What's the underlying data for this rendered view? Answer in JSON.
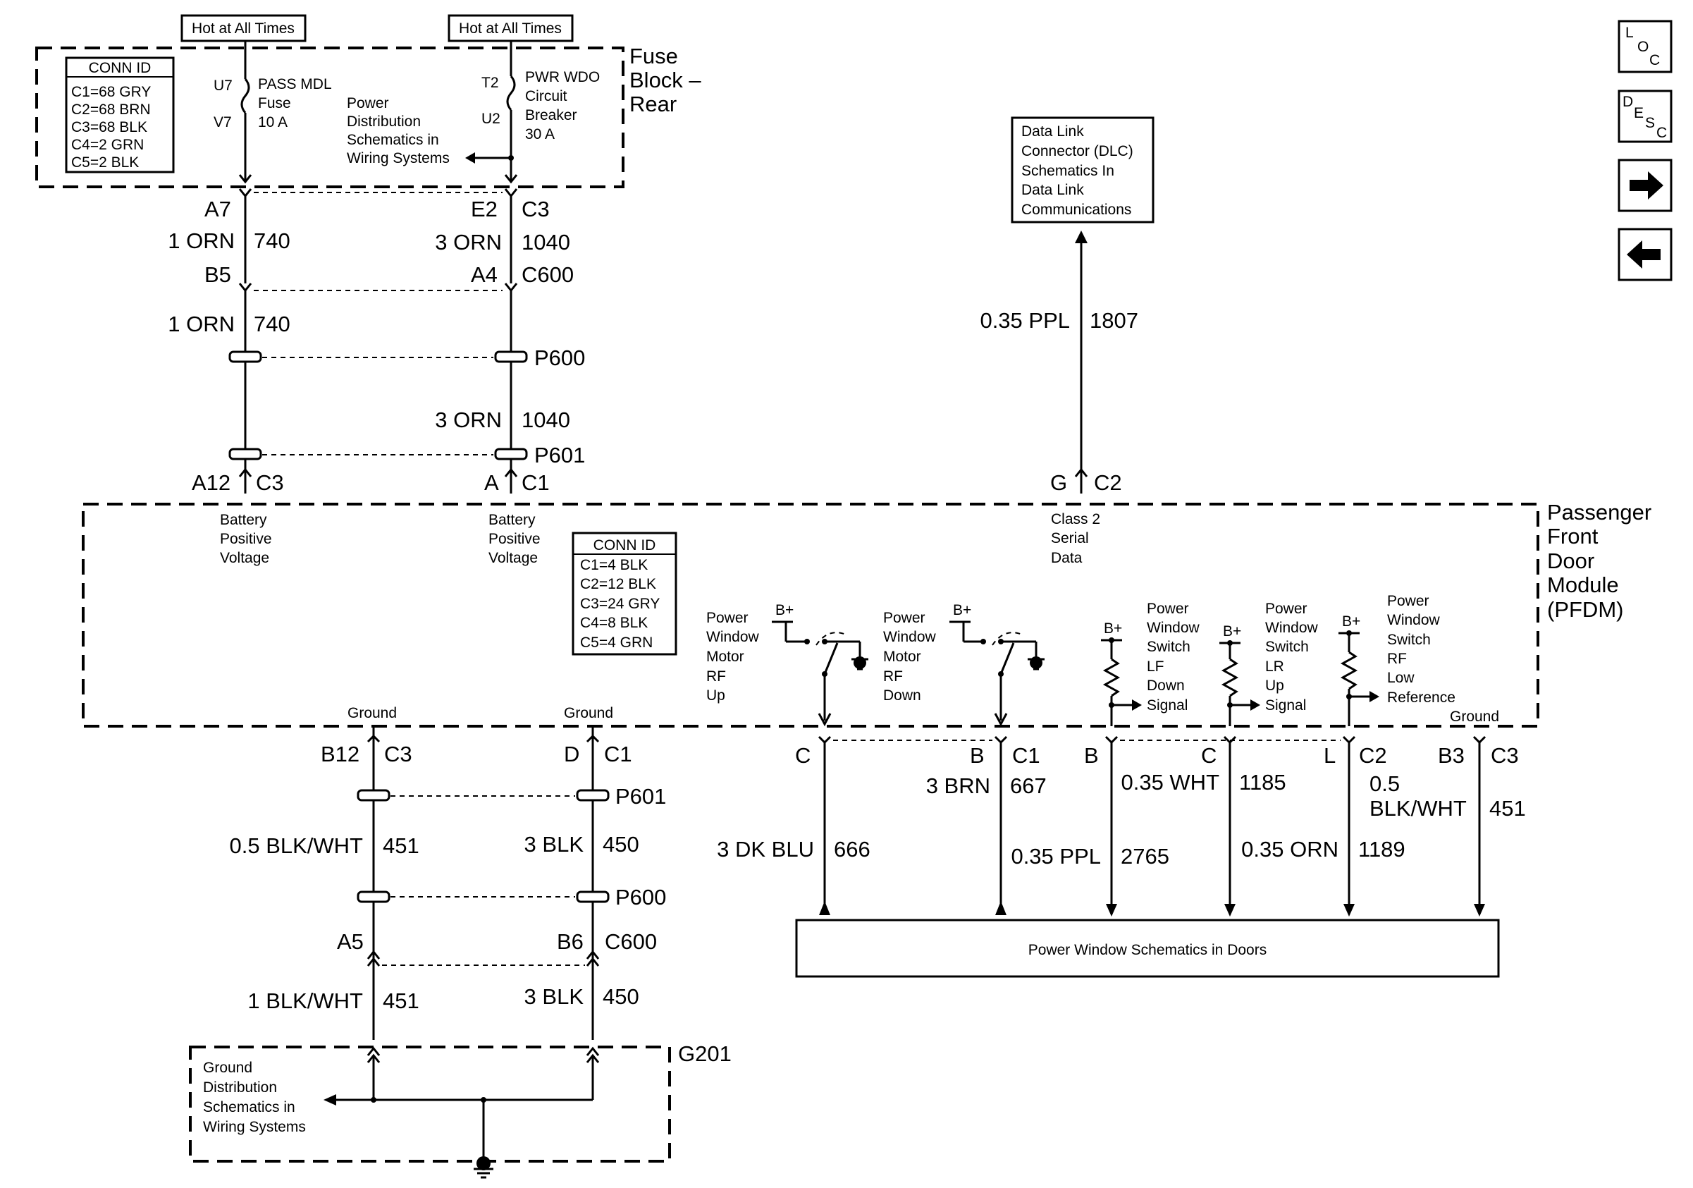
{
  "power_sources": {
    "hot_left": "Hot at All Times",
    "hot_right": "Hot at All Times"
  },
  "fuse_block": {
    "title": [
      "Fuse",
      "Block –",
      "Rear"
    ],
    "conn_id": {
      "header": "CONN ID",
      "rows": [
        "C1=68 GRY",
        "C2=68 BRN",
        "C3=68 BLK",
        "C4=2 GRN",
        "C5=2 BLK"
      ]
    },
    "fuse_pins": {
      "in": "U7",
      "out": "V7"
    },
    "fuse_label": [
      "PASS MDL",
      "Fuse",
      "10 A"
    ],
    "breaker_pins": {
      "in": "T2",
      "out": "U2"
    },
    "breaker_label": [
      "PWR WDO",
      "Circuit",
      "Breaker",
      "30 A"
    ],
    "power_dist": [
      "Power",
      "Distribution",
      "Schematics in",
      "Wiring Systems"
    ]
  },
  "left_feed": {
    "pin1": "A7",
    "wire1_color": "1 ORN",
    "wire1_circuit": "740",
    "pin2": "B5",
    "wire2_color": "1 ORN",
    "wire2_circuit": "740",
    "pin3": "A12",
    "conn3": "C3"
  },
  "right_feed": {
    "pin1": "E2",
    "conn1": "C3",
    "wire1_color": "3 ORN",
    "wire1_circuit": "1040",
    "pin2": "A4",
    "conn2": "C600",
    "splice1": "P600",
    "wire2_color": "3 ORN",
    "wire2_circuit": "1040",
    "splice2": "P601",
    "pin3": "A",
    "conn3": "C1"
  },
  "dlc": {
    "label": [
      "Data Link",
      "Connector (DLC)",
      "Schematics In",
      "Data Link",
      "Communications"
    ],
    "wire_color": "0.35 PPL",
    "wire_circuit": "1807",
    "pin": "G",
    "conn": "C2"
  },
  "module": {
    "title": [
      "Passenger",
      "Front",
      "Door",
      "Module",
      "(PFDM)"
    ],
    "batt_left": [
      "Battery",
      "Positive",
      "Voltage"
    ],
    "batt_right": [
      "Battery",
      "Positive",
      "Voltage"
    ],
    "class2": [
      "Class 2",
      "Serial",
      "Data"
    ],
    "conn_id": {
      "header": "CONN ID",
      "rows": [
        "C1=4 BLK",
        "C2=12 BLK",
        "C3=24 GRY",
        "C4=8 BLK",
        "C5=4 GRN"
      ]
    },
    "motor_up": [
      "Power",
      "Window",
      "Motor",
      "RF",
      "Up"
    ],
    "motor_down": [
      "Power",
      "Window",
      "Motor",
      "RF",
      "Down"
    ],
    "sw_lf_down": [
      "Power",
      "Window",
      "Switch",
      "LF",
      "Down",
      "Signal"
    ],
    "sw_lr_up": [
      "Power",
      "Window",
      "Switch",
      "LR",
      "Up",
      "Signal"
    ],
    "sw_rf_low": [
      "Power",
      "Window",
      "Switch",
      "RF",
      "Low",
      "Reference"
    ],
    "bplus": "B+",
    "ground_left": "Ground",
    "ground_mid": "Ground",
    "ground_right": "Ground"
  },
  "ground_feed": {
    "left": {
      "pin": "B12",
      "conn": "C3",
      "wire1_color": "0.5 BLK/WHT",
      "wire1_circuit": "451",
      "pin2": "A5",
      "wire2_color": "1 BLK/WHT",
      "wire2_circuit": "451"
    },
    "right": {
      "pin": "D",
      "conn": "C1",
      "splice1": "P601",
      "wire1_color": "3 BLK",
      "wire1_circuit": "450",
      "splice2": "P600",
      "pin2": "B6",
      "conn2": "C600",
      "wire2_color": "3 BLK",
      "wire2_circuit": "450"
    },
    "ground_dist": [
      "Ground",
      "Distribution",
      "Schematics in",
      "Wiring Systems"
    ],
    "g_label": "G201"
  },
  "outputs": {
    "c1_pin_a": "C",
    "wire_a_color": "3 DK BLU",
    "wire_a_circuit": "666",
    "c1_pin_b": "B",
    "c1_conn": "C1",
    "wire_b_color": "3 BRN",
    "wire_b_circuit": "667",
    "c2_pin_b": "B",
    "wire_c_color": "0.35 PPL",
    "wire_c_circuit": "2765",
    "c2_pin_c": "C",
    "wire_d_color": "0.35 WHT",
    "wire_d_circuit": "1185",
    "c2_pin_l": "L",
    "c2_conn": "C2",
    "wire_e_color": "0.35 ORN",
    "wire_e_circuit": "1189",
    "c3_pin": "B3",
    "c3_conn": "C3",
    "wire_f_color1": "0.5",
    "wire_f_color2": "BLK/WHT",
    "wire_f_circuit": "451",
    "doors_box": "Power Window Schematics in Doors"
  },
  "nav": {
    "loc_letters": [
      "L",
      "O",
      "C"
    ],
    "desc_letters": [
      "D",
      "E",
      "S",
      "C"
    ],
    "next_icon": "right-arrow-icon",
    "prev_icon": "left-arrow-icon"
  }
}
